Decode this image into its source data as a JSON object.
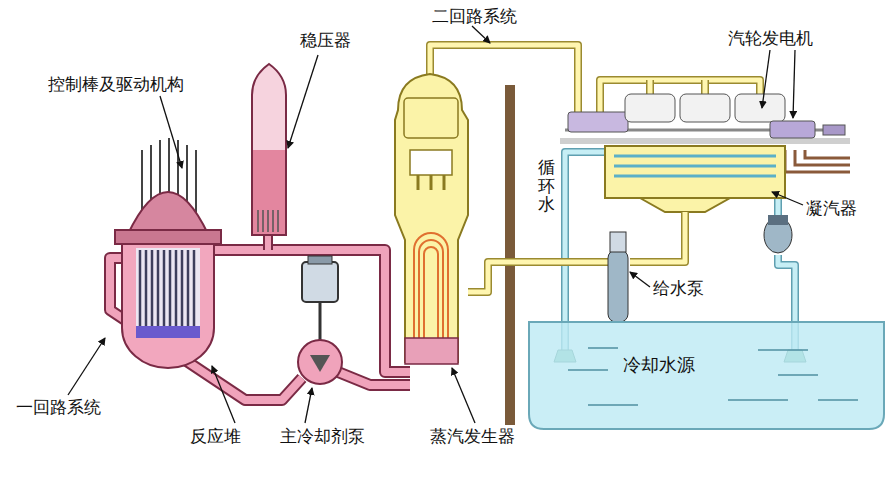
{
  "diagram": {
    "nodes": [
      {
        "text": [
          "冷却水源"
        ]
      }
    ],
    "labels": [
      "稳压器",
      "二回路系统",
      "汽轮发电机",
      "控制棒及驱动机构",
      "循环水",
      "凝汽器",
      "给水泵",
      "一回路系统",
      "反应堆",
      "主冷却剂泵",
      "蒸汽发生器"
    ]
  }
}
